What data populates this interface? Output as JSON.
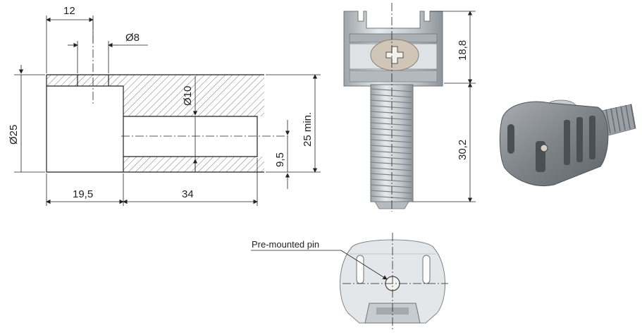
{
  "technical_drawing": {
    "dimensions": {
      "hole_offset": "12",
      "pin_diameter": "Ø8",
      "body_diameter": "Ø25",
      "bore_diameter": "Ø10",
      "min_depth": "25 min.",
      "bore_offset": "9,5",
      "body_length": "19,5",
      "bore_length": "34"
    }
  },
  "connector_front_view": {
    "head_height": "18,8",
    "shaft_length": "30,2"
  },
  "connector_bottom_view": {
    "callout": "Pre-mounted pin"
  },
  "colors": {
    "line": "#222222",
    "hatch": "#555555",
    "metal_light": "#d9dcde",
    "metal_mid": "#b8bdc1",
    "metal_dark": "#7c8388",
    "photo_gray": "#8a8e93",
    "pin_face": "#cfc6b8"
  }
}
